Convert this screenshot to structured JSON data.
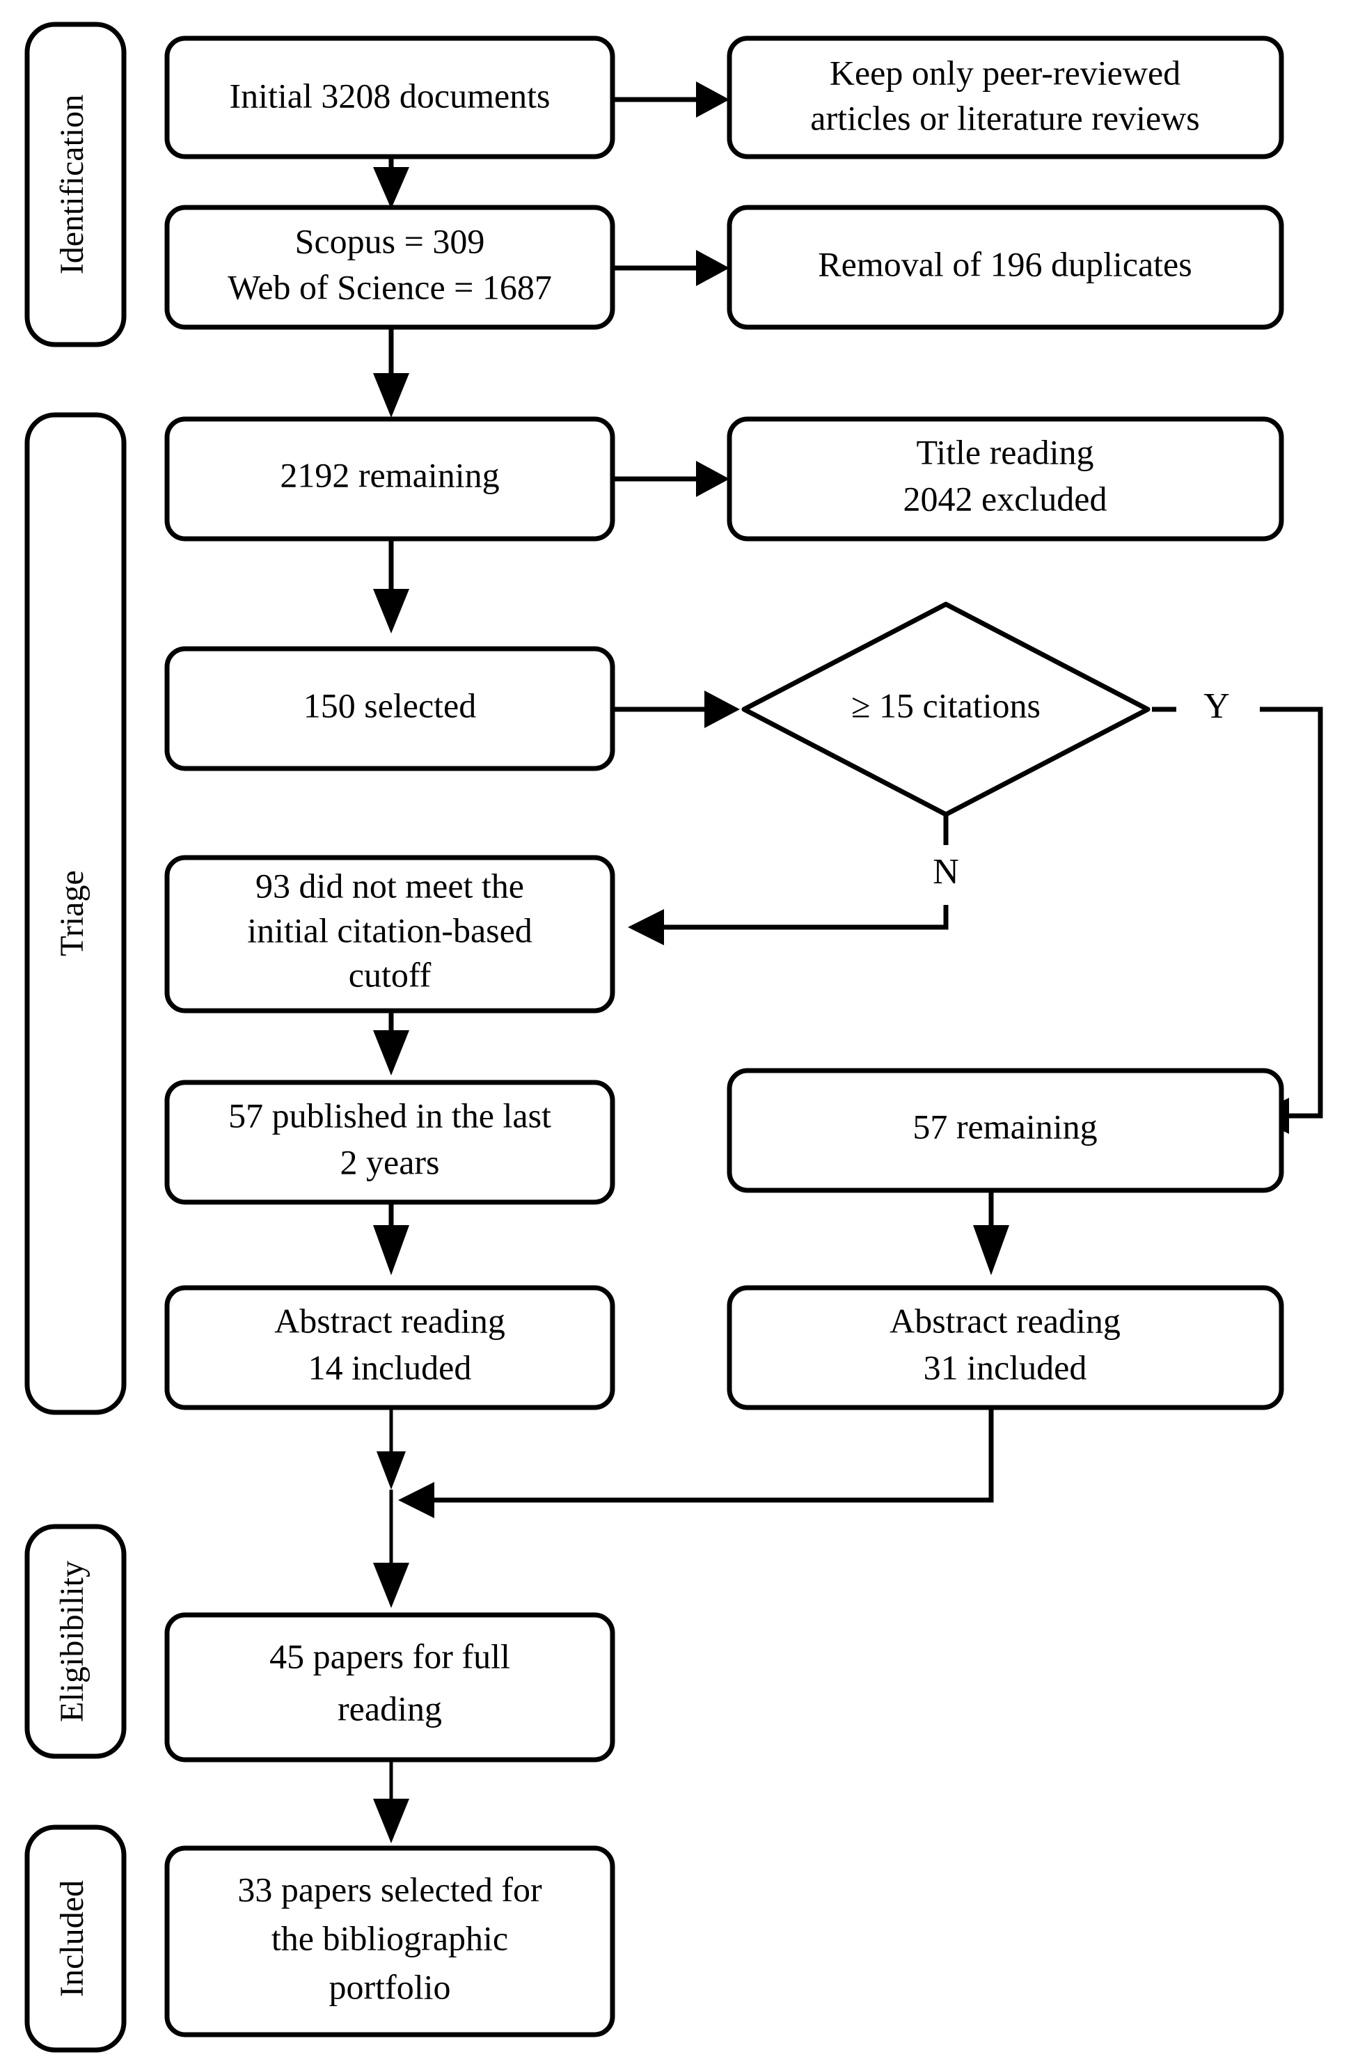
{
  "diagram": {
    "type": "prisma-flow-diagram",
    "title": "",
    "background_color": "#ffffff",
    "line_color": "#000000",
    "text_color": "#000000"
  },
  "stages": [
    {
      "id": "identification",
      "label": "Identification"
    },
    {
      "id": "triage",
      "label": "Triage"
    },
    {
      "id": "eligibility",
      "label": "Eligibibility"
    },
    {
      "id": "included",
      "label": "Included"
    }
  ],
  "nodes": [
    {
      "id": "initial",
      "stage": "identification",
      "shape": "rounded-rect",
      "lines": [
        "Initial 3208 documents"
      ]
    },
    {
      "id": "peer_reviewed",
      "stage": "identification",
      "shape": "rounded-rect",
      "lines": [
        "Keep only peer-reviewed",
        "articles or literature reviews"
      ]
    },
    {
      "id": "databases",
      "stage": "identification",
      "shape": "rounded-rect",
      "lines": [
        "Scopus = 309",
        "Web of Science = 1687"
      ]
    },
    {
      "id": "duplicates",
      "stage": "identification",
      "shape": "rounded-rect",
      "lines": [
        "Removal of 196 duplicates"
      ]
    },
    {
      "id": "remaining_2192",
      "stage": "triage",
      "shape": "rounded-rect",
      "lines": [
        "2192 remaining"
      ]
    },
    {
      "id": "title_reading",
      "stage": "triage",
      "shape": "rounded-rect",
      "lines": [
        "Title reading",
        "2042 excluded"
      ]
    },
    {
      "id": "selected_150",
      "stage": "triage",
      "shape": "rounded-rect",
      "lines": [
        "150 selected"
      ]
    },
    {
      "id": "citation_check",
      "stage": "triage",
      "shape": "diamond",
      "lines": [
        "≥ 15 citations"
      ]
    },
    {
      "id": "cutoff_93",
      "stage": "triage",
      "shape": "rounded-rect",
      "lines": [
        "93 did not meet the",
        "initial citation-based",
        "cutoff"
      ]
    },
    {
      "id": "published_57",
      "stage": "triage",
      "shape": "rounded-rect",
      "lines": [
        "57 published in the last",
        "2 years"
      ]
    },
    {
      "id": "remaining_57",
      "stage": "triage",
      "shape": "rounded-rect",
      "lines": [
        "57 remaining"
      ]
    },
    {
      "id": "abstract_14",
      "stage": "triage",
      "shape": "rounded-rect",
      "lines": [
        "Abstract reading",
        "14 included"
      ]
    },
    {
      "id": "abstract_31",
      "stage": "triage",
      "shape": "rounded-rect",
      "lines": [
        "Abstract reading",
        "31 included"
      ]
    },
    {
      "id": "full_reading_45",
      "stage": "eligibility",
      "shape": "rounded-rect",
      "lines": [
        "45 papers for full",
        "reading"
      ]
    },
    {
      "id": "portfolio_33",
      "stage": "included",
      "shape": "rounded-rect",
      "lines": [
        "33 papers selected for",
        "the bibliographic",
        "portfolio"
      ]
    }
  ],
  "branch_labels": [
    {
      "id": "yes_branch",
      "label": "Y",
      "from": "citation_check",
      "to": "remaining_57"
    },
    {
      "id": "no_branch",
      "label": "N",
      "from": "citation_check",
      "to": "cutoff_93"
    }
  ],
  "edges": [
    {
      "from": "initial",
      "to": "peer_reviewed",
      "direction": "right"
    },
    {
      "from": "initial",
      "to": "databases",
      "direction": "down"
    },
    {
      "from": "databases",
      "to": "duplicates",
      "direction": "right"
    },
    {
      "from": "databases",
      "to": "remaining_2192",
      "direction": "down"
    },
    {
      "from": "remaining_2192",
      "to": "title_reading",
      "direction": "right"
    },
    {
      "from": "remaining_2192",
      "to": "selected_150",
      "direction": "down"
    },
    {
      "from": "selected_150",
      "to": "citation_check",
      "direction": "right"
    },
    {
      "from": "citation_check",
      "to": "cutoff_93",
      "direction": "down-left",
      "label": "N"
    },
    {
      "from": "citation_check",
      "to": "remaining_57",
      "direction": "right-down",
      "label": "Y"
    },
    {
      "from": "cutoff_93",
      "to": "published_57",
      "direction": "down"
    },
    {
      "from": "published_57",
      "to": "abstract_14",
      "direction": "down"
    },
    {
      "from": "remaining_57",
      "to": "abstract_31",
      "direction": "down"
    },
    {
      "from": "abstract_14",
      "to": "full_reading_45",
      "direction": "down"
    },
    {
      "from": "abstract_31",
      "to": "full_reading_45",
      "direction": "down-left"
    },
    {
      "from": "full_reading_45",
      "to": "portfolio_33",
      "direction": "down"
    }
  ]
}
